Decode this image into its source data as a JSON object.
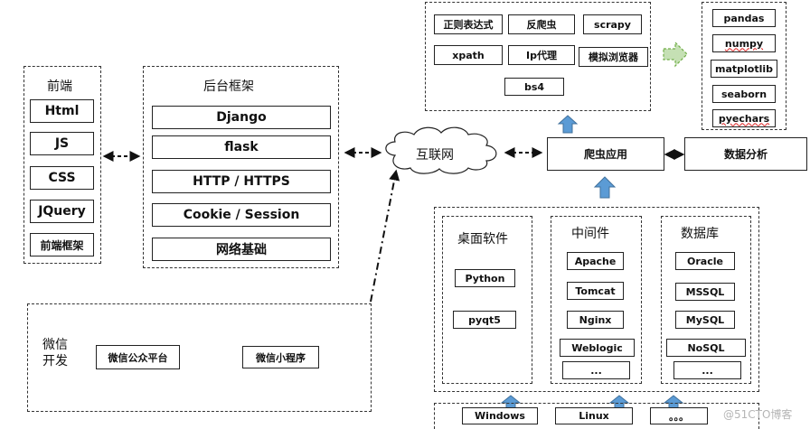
{
  "frontend": {
    "title": "前端",
    "items": [
      "Html",
      "JS",
      "CSS",
      "JQuery",
      "前端框架"
    ]
  },
  "backend": {
    "title": "后台框架",
    "items": [
      "Django",
      "flask",
      "HTTP / HTTPS",
      "Cookie / Session",
      "网络基础"
    ]
  },
  "internet": "互联网",
  "crawler_tools": [
    "正则表达式",
    "反爬虫",
    "scrapy",
    "xpath",
    "Ip代理",
    "模拟浏览器",
    "bs4"
  ],
  "analysis_libs": [
    "pandas",
    "numpy",
    "matplotlib",
    "seaborn",
    "pyechars"
  ],
  "crawler_app": "爬虫应用",
  "data_analysis": "数据分析",
  "desktop": {
    "title": "桌面软件",
    "items": [
      "Python",
      "pyqt5"
    ]
  },
  "middleware": {
    "title": "中间件",
    "items": [
      "Apache",
      "Tomcat",
      "Nginx",
      "Weblogic",
      "..."
    ]
  },
  "database": {
    "title": "数据库",
    "items": [
      "Oracle",
      "MSSQL",
      "MySQL",
      "NoSQL",
      "..."
    ]
  },
  "os": [
    "Windows",
    "Linux",
    "。。。"
  ],
  "wechat": {
    "title_line1": "微信",
    "title_line2": "开发",
    "items": [
      "微信公众平台",
      "微信小程序"
    ]
  },
  "watermark": "@51CTO博客",
  "colors": {
    "arrow_fill": "#5b9bd5",
    "arrow_stroke": "#41719c",
    "dashed_arrow_fill": "#c5e0b4",
    "squiggle": "#dd2222"
  }
}
